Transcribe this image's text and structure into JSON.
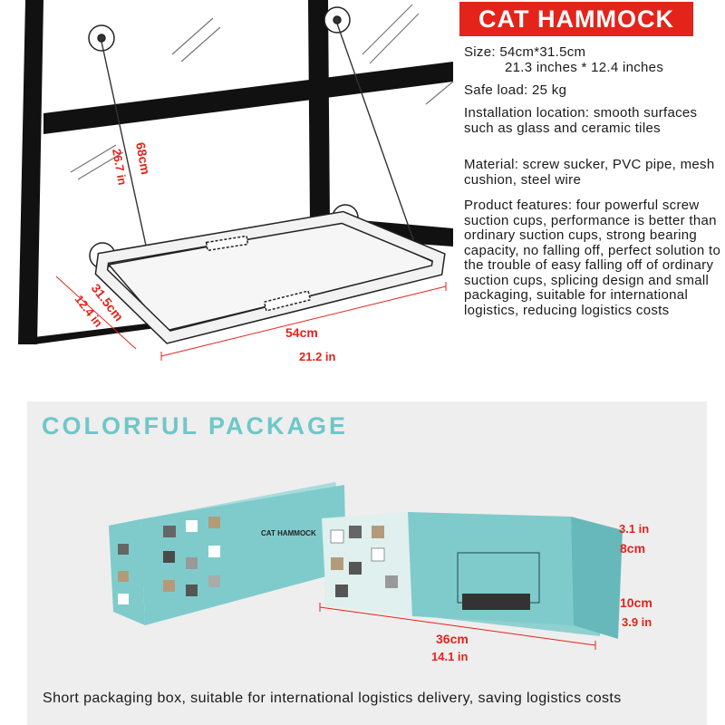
{
  "title": "CAT HAMMOCK",
  "specs": {
    "size_label": "Size: 54cm*31.5cm",
    "size_inches": "21.3 inches * 12.4 inches",
    "safe_load": "Safe load: 25 kg",
    "installation": "Installation location: smooth surfaces such as glass and ceramic tiles",
    "material": "Material: screw sucker, PVC pipe, mesh cushion, steel wire",
    "features": "Product features: four powerful screw suction cups, performance is better than ordinary suction cups, strong bearing capacity, no falling off, perfect solution to the trouble of easy falling off of ordinary suction cups, splicing design and small packaging, suitable for international logistics, reducing logistics costs"
  },
  "hammock_dimensions": {
    "height_cm": "68cm",
    "height_in": "26.7 in",
    "length_cm": "54cm",
    "length_in": "21.2 in",
    "width_cm": "31.5cm",
    "width_in": "12.4 in"
  },
  "package": {
    "heading": "COLORFUL PACKAGE",
    "box_label": "CAT HAMMOCK",
    "depth_in": "3.1 in",
    "depth_cm": "8cm",
    "height_cm": "10cm",
    "height_in": "3.9 in",
    "length_cm": "36cm",
    "length_in": "14.1 in",
    "caption": "Short packaging box, suitable for international logistics delivery, saving logistics costs"
  },
  "colors": {
    "title_bg": "#e4231b",
    "heading": "#6ec7c9",
    "box_teal": "#7fcbcc",
    "dimension_red": "#e4231b"
  }
}
